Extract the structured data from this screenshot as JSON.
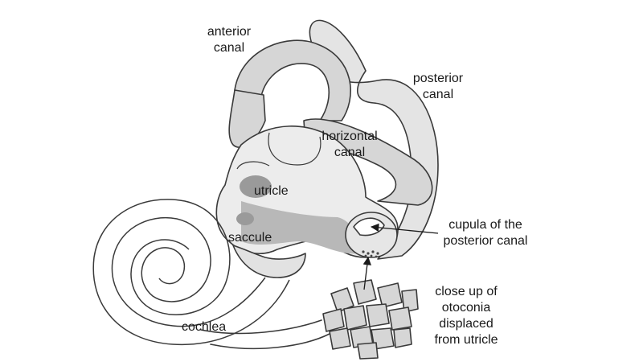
{
  "colors": {
    "background": "#ffffff",
    "outline": "#3a3a3a",
    "canal_fill": "#d6d6d6",
    "endolymph_fill": "#b8b8b8",
    "macula_fill": "#9a9a9a",
    "otoconia_fill": "#cfcfcf"
  },
  "labels": {
    "anterior_canal": [
      "anterior",
      "canal"
    ],
    "posterior_canal": [
      "posterior",
      "canal"
    ],
    "horizontal_canal": [
      "horizontal",
      "canal"
    ],
    "utricle": "utricle",
    "saccule": "saccule",
    "cupula": [
      "cupula of the",
      "posterior canal"
    ],
    "otoconia": [
      "close up of",
      "otoconia",
      "displaced",
      "from utricle"
    ],
    "cochlea": "cochlea"
  }
}
